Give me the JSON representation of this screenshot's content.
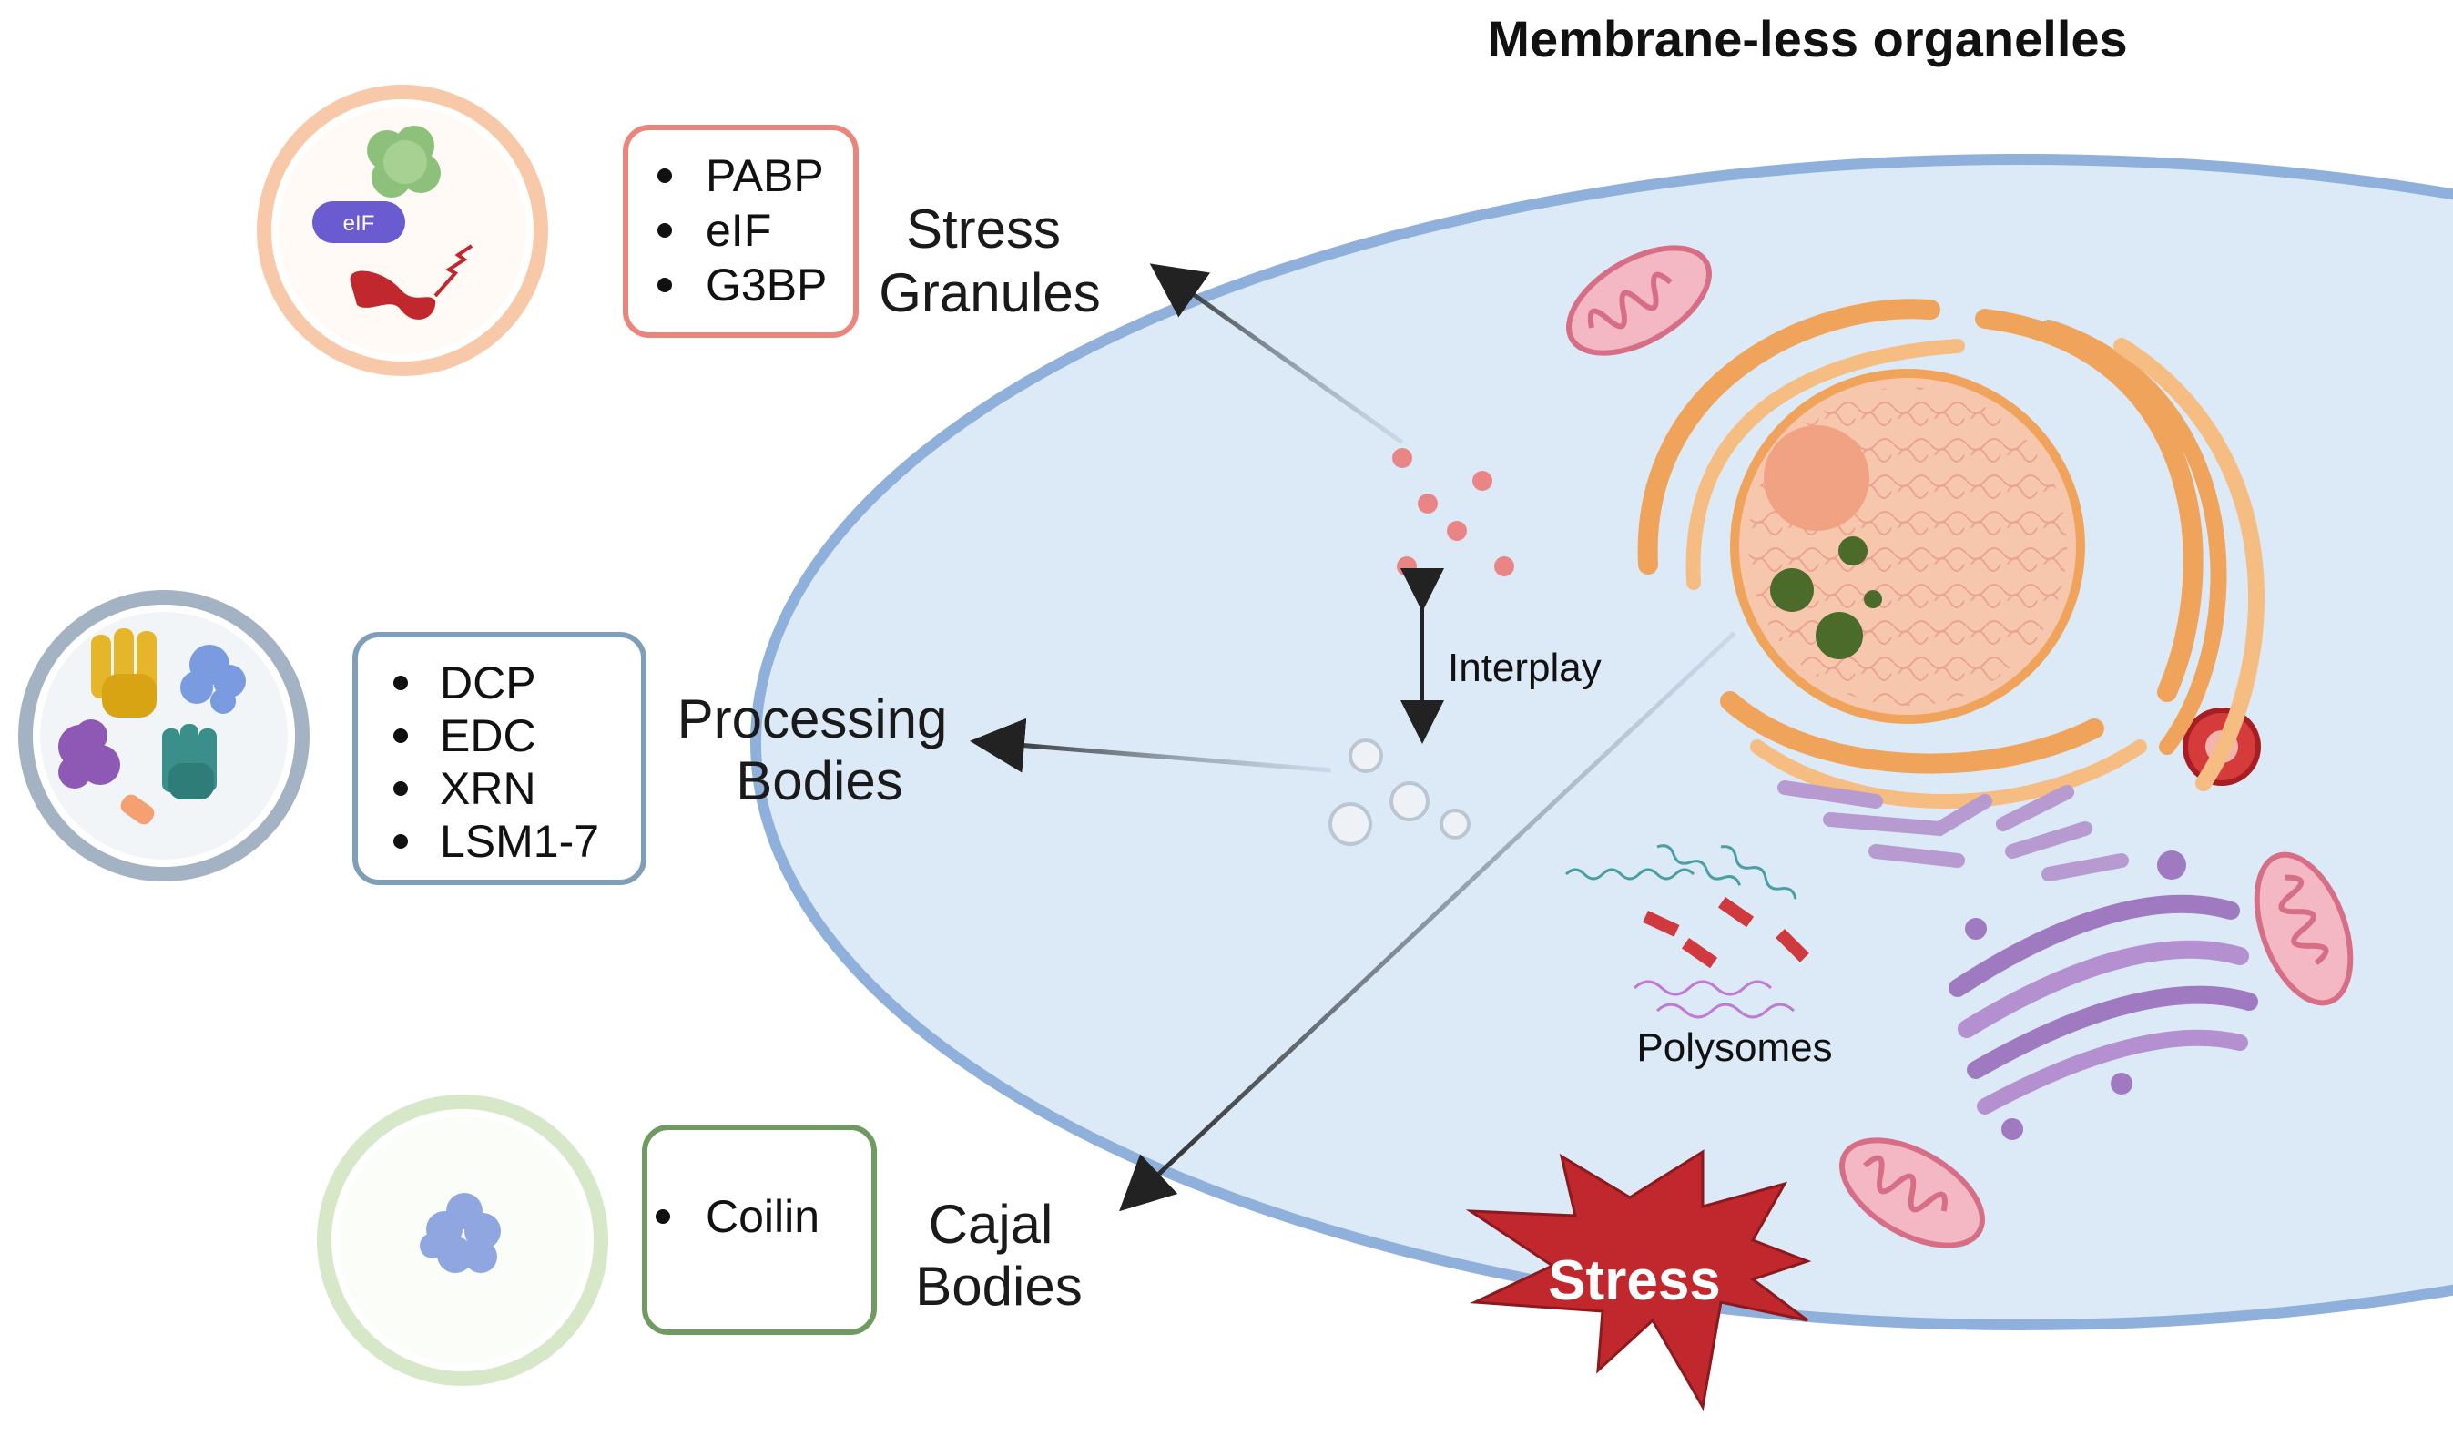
{
  "title": "Membrane-less organelles",
  "stress_granules": {
    "label_line1": "Stress",
    "label_line2": "Granules",
    "components": [
      "PABP",
      "eIF",
      "G3BP"
    ],
    "icon_text": "eIF",
    "color": "#e9857b"
  },
  "processing_bodies": {
    "label_line1": "Processing",
    "label_line2": "Bodies",
    "components": [
      "DCP",
      "EDC",
      "XRN",
      "LSM1-7"
    ],
    "color": "#7f9fb8"
  },
  "cajal_bodies": {
    "label_line1": "Cajal",
    "label_line2": "Bodies",
    "components": [
      "Coilin"
    ],
    "color": "#6f9a62"
  },
  "cell": {
    "interplay_label": "Interplay",
    "polysomes_label": "Polysomes",
    "stress_label": "Stress",
    "cytoplasm_color": "#dceaf8",
    "membrane_color": "#8fb0da",
    "er_color": "#f0a35a",
    "stress_color": "#c0282d"
  }
}
